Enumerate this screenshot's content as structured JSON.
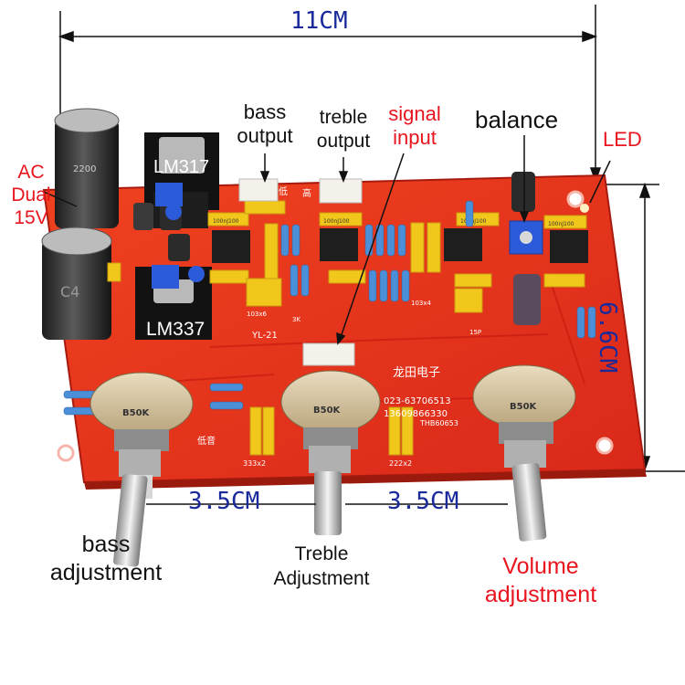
{
  "dimensions": {
    "width_label": "11CM",
    "height_label": "6.6CM",
    "left_spacing_label": "3.5CM",
    "right_spacing_label": "3.5CM"
  },
  "labels": {
    "ac_line1": "AC",
    "ac_line2": "Dual",
    "ac_line3": "15V",
    "lm317": "LM317",
    "lm337": "LM337",
    "bass_output_line1": "bass",
    "bass_output_line2": "output",
    "treble_output_line1": "treble",
    "treble_output_line2": "output",
    "signal_input_line1": "signal",
    "signal_input_line2": "input",
    "balance": "balance",
    "led": "LED",
    "bass_adj_line1": "bass",
    "bass_adj_line2": "adjustment",
    "treble_adj_line1": "Treble",
    "treble_adj_line2": "Adjustment",
    "volume_adj_line1": "Volume",
    "volume_adj_line2": "adjustment"
  },
  "board_print": {
    "model": "YL-21",
    "brand": "龙田电子",
    "phone1": "023-63706513",
    "phone2": "13609866330",
    "code": "THB60653",
    "bass_cn": "低音",
    "treble_cn": "高",
    "low_cn": "低",
    "pot_left": "B50K",
    "pot_mid": "B50K",
    "pot_right": "B50K",
    "cap_main1": "2200",
    "cap_main2": "C4",
    "small_cap": "100nJ100",
    "res_a": "3K",
    "res_b": "333x2",
    "res_c": "222x2",
    "res_d": "103x6",
    "res_e": "103x4",
    "res_f": "15P"
  },
  "colors": {
    "pcb": "#e8301c",
    "pcb_dark": "#c22414",
    "heatsink": "#121212",
    "annotation_red": "#e8141e",
    "dimension_blue": "#1a2a9a",
    "capacitor_yellow": "#f2c71b",
    "trimmer_blue": "#2b5bd9"
  }
}
